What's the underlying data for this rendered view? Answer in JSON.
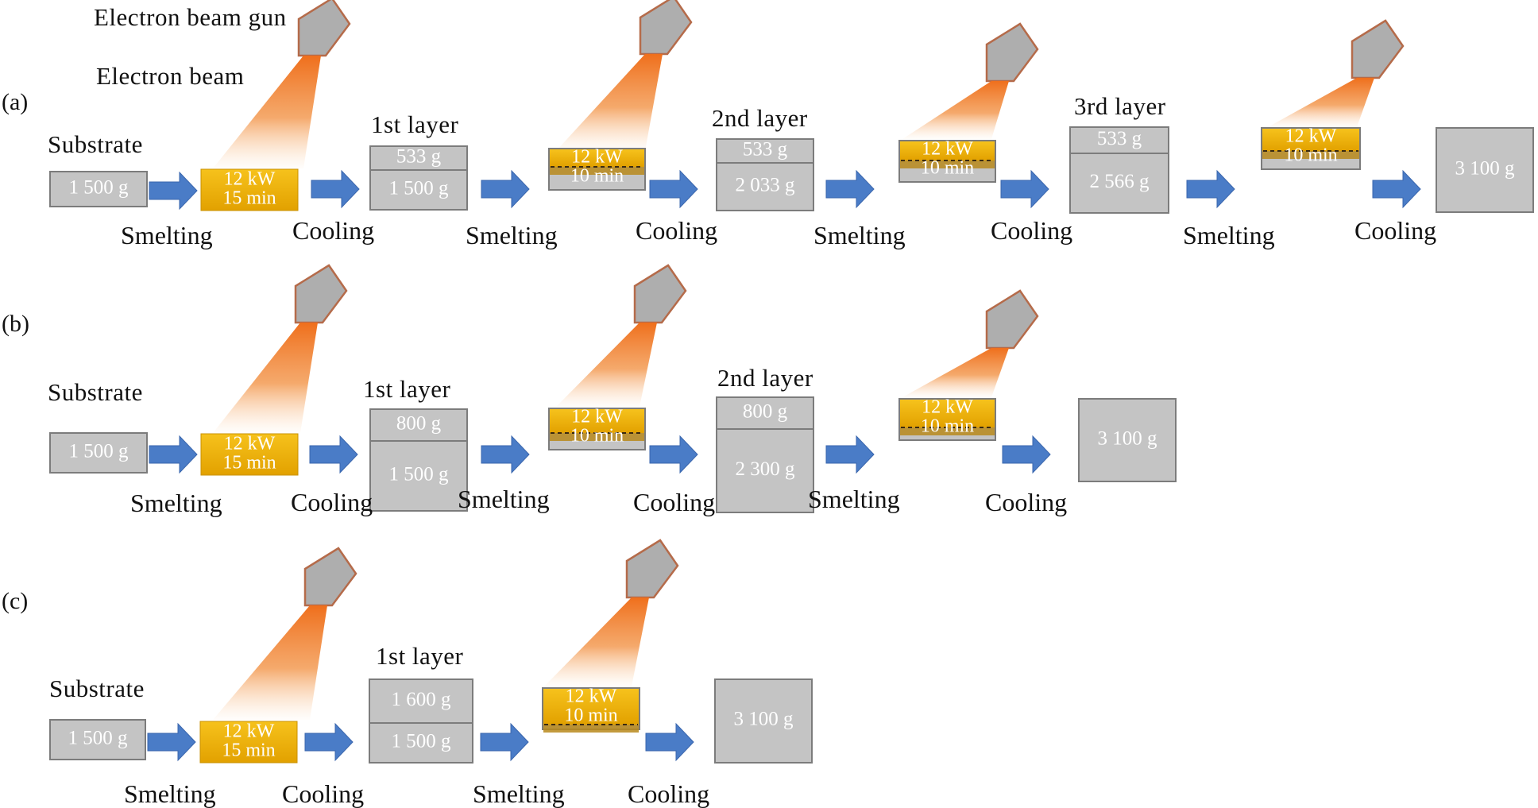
{
  "colors": {
    "box": "#c4c4c4",
    "box_border": "#7c7c7c",
    "molten": "#f2b400",
    "molten_dark": "#b98a1c",
    "arrow": "#4a7cc7",
    "beam": "#f07a2a",
    "gun": "#aeaeae",
    "gun_border": "#b56b4a",
    "text_on_box": "#ffffff"
  },
  "icons": {
    "gun": "electron-beam-gun-icon",
    "beam": "electron-beam-cone-icon",
    "arrow": "process-arrow-icon"
  },
  "legend": {
    "gun": "Electron beam gun",
    "beam": "Electron beam"
  },
  "panels": [
    {
      "id": "a",
      "label": "(a)",
      "substrate_title": "Substrate",
      "substrate_mass": "1 500 g",
      "first_melt": {
        "power": "12 kW",
        "time": "15 min"
      },
      "layers": [
        {
          "title": "1st layer",
          "top": "533 g",
          "bottom": "1 500 g"
        },
        {
          "title": "2nd layer",
          "top": "533 g",
          "bottom": "2 033 g"
        },
        {
          "title": "3rd layer",
          "top": "533 g",
          "bottom": "2 566 g"
        }
      ],
      "remelts": [
        {
          "power": "12 kW",
          "time": "10 min"
        },
        {
          "power": "12 kW",
          "time": "10 min"
        },
        {
          "power": "12 kW",
          "time": "10 min"
        }
      ],
      "final_mass": "3 100 g",
      "steps": [
        "Smelting",
        "Cooling",
        "Smelting",
        "Cooling",
        "Smelting",
        "Cooling",
        "Smelting",
        "Cooling"
      ]
    },
    {
      "id": "b",
      "label": "(b)",
      "substrate_title": "Substrate",
      "substrate_mass": "1 500 g",
      "first_melt": {
        "power": "12 kW",
        "time": "15 min"
      },
      "layers": [
        {
          "title": "1st layer",
          "top": "800 g",
          "bottom": "1 500 g"
        },
        {
          "title": "2nd layer",
          "top": "800 g",
          "bottom": "2 300 g"
        }
      ],
      "remelts": [
        {
          "power": "12 kW",
          "time": "10 min"
        },
        {
          "power": "12 kW",
          "time": "10 min"
        }
      ],
      "final_mass": "3 100 g",
      "steps": [
        "Smelting",
        "Cooling",
        "Smelting",
        "Cooling",
        "Smelting",
        "Cooling"
      ]
    },
    {
      "id": "c",
      "label": "(c)",
      "substrate_title": "Substrate",
      "substrate_mass": "1 500 g",
      "first_melt": {
        "power": "12 kW",
        "time": "15 min"
      },
      "layers": [
        {
          "title": "1st layer",
          "top": "1 600 g",
          "bottom": "1 500 g"
        }
      ],
      "remelts": [
        {
          "power": "12 kW",
          "time": "10 min"
        }
      ],
      "final_mass": "3 100 g",
      "steps": [
        "Smelting",
        "Cooling",
        "Smelting",
        "Cooling"
      ]
    }
  ]
}
